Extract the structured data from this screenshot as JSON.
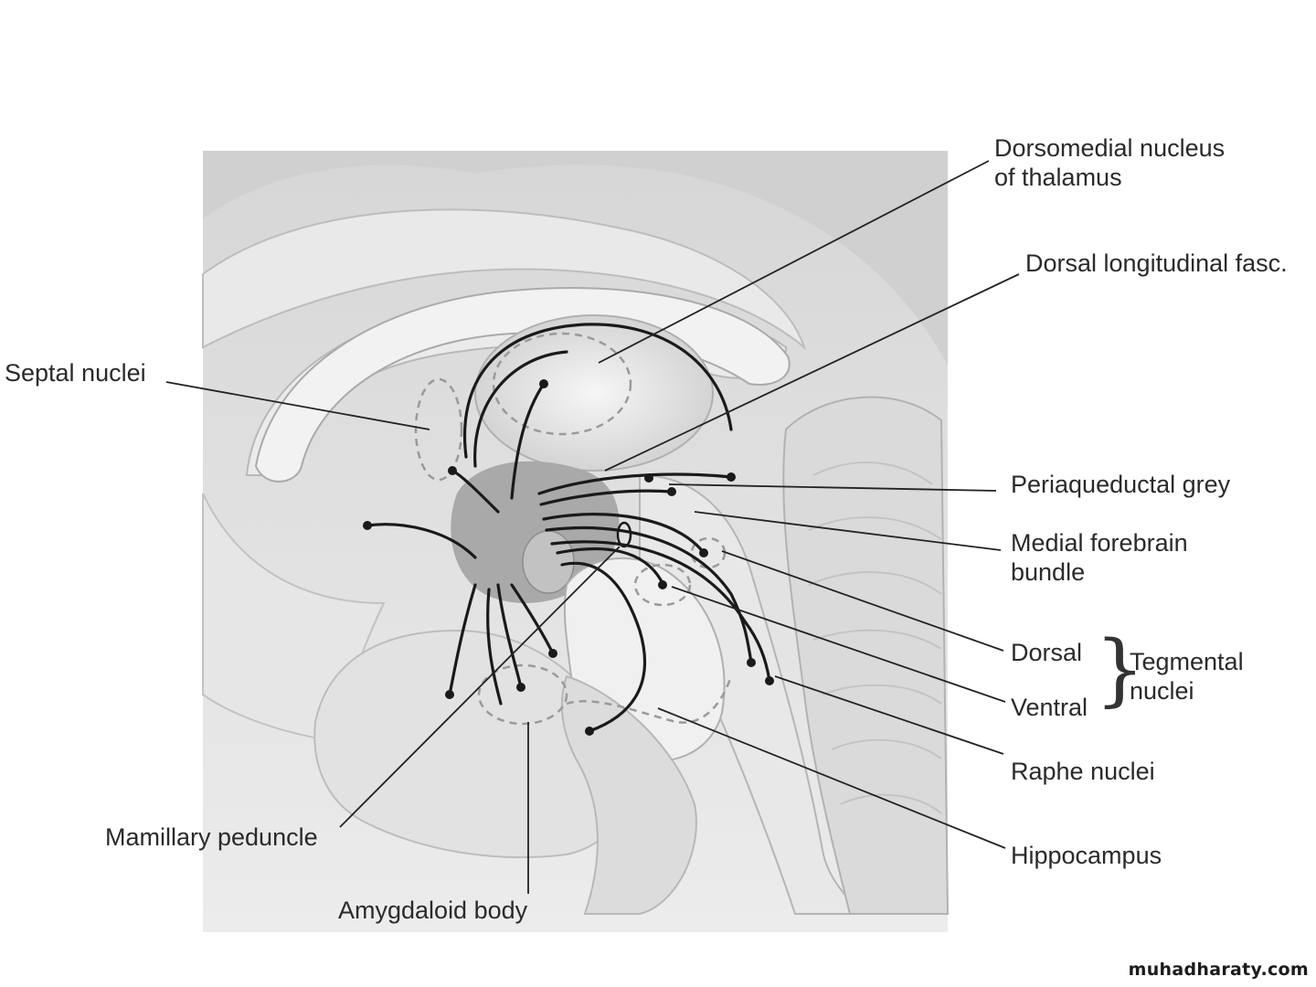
{
  "labels": {
    "dorsomedial_line1": "Dorsomedial nucleus",
    "dorsomedial_line2": "of thalamus",
    "dorsal_longitudinal": "Dorsal longitudinal fasc.",
    "septal": "Septal nuclei",
    "periaqueductal": "Periaqueductal grey",
    "mfb_line1": "Medial forebrain",
    "mfb_line2": "bundle",
    "dorsal": "Dorsal",
    "ventral": "Ventral",
    "tegmental_line1": "Tegmental",
    "tegmental_line2": "nuclei",
    "raphe": "Raphe nuclei",
    "hippocampus": "Hippocampus",
    "mamillary": "Mamillary peduncle",
    "amygdaloid": "Amygdaloid body"
  },
  "watermark": "muhadharaty.com",
  "colors": {
    "brain_fill": "#e4e4e4",
    "brain_shade": "#cfcfcf",
    "hypothalamus": "#a9a9a9",
    "fiber": "#1a1a1a",
    "leader": "#222222",
    "dashed": "#9a9a9a"
  }
}
